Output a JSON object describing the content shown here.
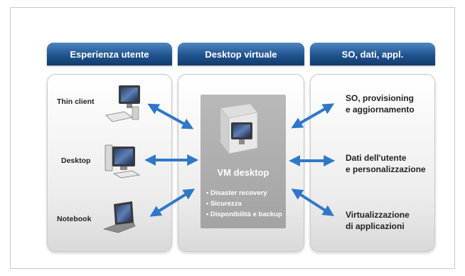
{
  "headers": {
    "user_experience": "Esperienza utente",
    "virtual_desktop": "Desktop virtuale",
    "os_data_apps": "SO, dati, appl."
  },
  "devices": {
    "thin_client": "Thin client",
    "desktop": "Desktop",
    "notebook": "Notebook"
  },
  "vm": {
    "title": "VM desktop",
    "bullets": [
      "• Disaster recovery",
      "• Sicurezza",
      "• Disponibilità e backup"
    ]
  },
  "right_items": {
    "os": [
      "SO, provisioning",
      "e aggiornamento"
    ],
    "user_data": [
      "Dati dell'utente",
      "e personalizzazione"
    ],
    "apps": [
      "Virtualizzazione",
      "di applicazioni"
    ]
  },
  "colors": {
    "header_blue": "#1f548f",
    "arrow_blue": "#2f78c8",
    "vm_gray": "#a9a9a9"
  }
}
